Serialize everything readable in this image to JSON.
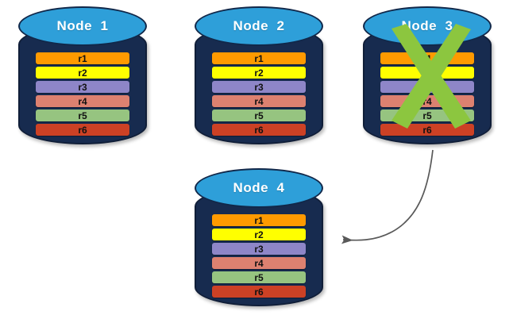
{
  "diagram": {
    "title_text_color": "#ffffff",
    "cylinder_body_color": "#172B4F",
    "cylinder_top_color": "#2E9FD9",
    "x_mark_color": "#8CC63F",
    "arrow_color": "#595959",
    "background_color": "#ffffff"
  },
  "nodes": [
    {
      "id": "node-1",
      "title": "Node  1",
      "failed": false,
      "rows": [
        {
          "label": "r1",
          "color": "#FF9A00"
        },
        {
          "label": "r2",
          "color": "#FFFF00"
        },
        {
          "label": "r3",
          "color": "#8E86C8"
        },
        {
          "label": "r4",
          "color": "#DD8170"
        },
        {
          "label": "r5",
          "color": "#96C480"
        },
        {
          "label": "r6",
          "color": "#CC4125"
        }
      ]
    },
    {
      "id": "node-2",
      "title": "Node  2",
      "failed": false,
      "rows": [
        {
          "label": "r1",
          "color": "#FF9A00"
        },
        {
          "label": "r2",
          "color": "#FFFF00"
        },
        {
          "label": "r3",
          "color": "#8E86C8"
        },
        {
          "label": "r4",
          "color": "#DD8170"
        },
        {
          "label": "r5",
          "color": "#96C480"
        },
        {
          "label": "r6",
          "color": "#CC4125"
        }
      ]
    },
    {
      "id": "node-3",
      "title": "Node  3",
      "failed": true,
      "rows": [
        {
          "label": "r1",
          "color": "#FF9A00"
        },
        {
          "label": "r2",
          "color": "#FFFF00"
        },
        {
          "label": "r3",
          "color": "#8E86C8"
        },
        {
          "label": "r4",
          "color": "#DD8170"
        },
        {
          "label": "r5",
          "color": "#96C480"
        },
        {
          "label": "r6",
          "color": "#CC4125"
        }
      ]
    },
    {
      "id": "node-4",
      "title": "Node  4",
      "failed": false,
      "rows": [
        {
          "label": "r1",
          "color": "#FF9A00"
        },
        {
          "label": "r2",
          "color": "#FFFF00"
        },
        {
          "label": "r3",
          "color": "#8E86C8"
        },
        {
          "label": "r4",
          "color": "#DD8170"
        },
        {
          "label": "r5",
          "color": "#96C480"
        },
        {
          "label": "r6",
          "color": "#CC4125"
        }
      ]
    }
  ],
  "arrow": {
    "from_node": "node-3",
    "to_node": "node-4",
    "label": ""
  }
}
